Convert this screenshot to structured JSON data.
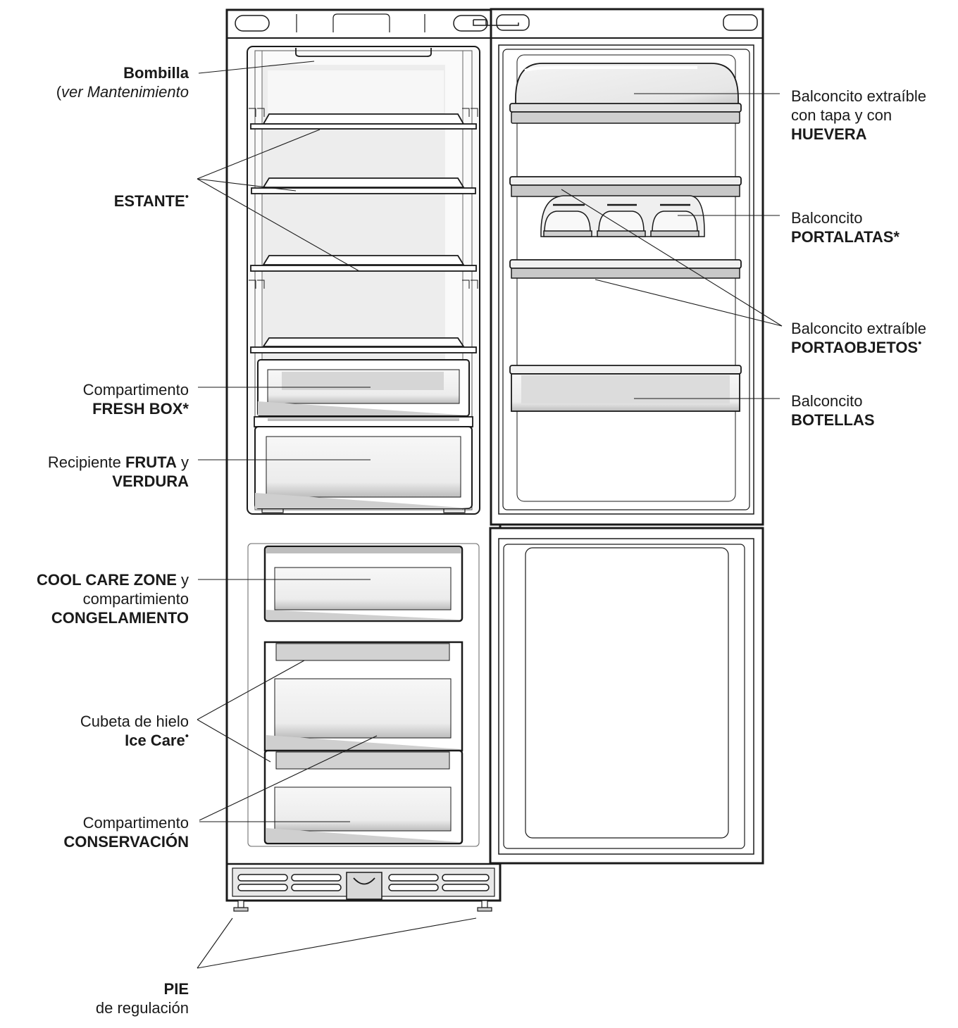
{
  "labels": {
    "bombilla": {
      "l1_bold": "Bombilla",
      "l2_open": "(",
      "l2_ital": "ver Mantenimiento"
    },
    "estante": {
      "bold": "ESTANTE",
      "mark": "•"
    },
    "fresh_box": {
      "l1": "Compartimento",
      "l2_bold": "FRESH BOX*"
    },
    "fruta": {
      "pre": "Recipiente ",
      "bold": "FRUTA",
      "post": " y",
      "l2_bold": "VERDURA"
    },
    "cool_care": {
      "bold": "COOL CARE ZONE",
      "post": " y",
      "l2": "compartimiento",
      "l3_bold": "CONGELAMIENTO"
    },
    "ice_care": {
      "l1": "Cubeta de hielo",
      "l2_bold": "Ice Care",
      "mark": "•"
    },
    "conservacion": {
      "l1": "Compartimento",
      "l2_bold": "CONSERVACIÓN"
    },
    "pie": {
      "l1_bold": "PIE",
      "l2": "de regulación"
    },
    "huevera": {
      "l1": "Balconcito extraíble",
      "l2": "con tapa y con",
      "l3_bold": "HUEVERA"
    },
    "portalatas": {
      "l1": "Balconcito",
      "l2_bold": "PORTALATAS*"
    },
    "portaobjetos": {
      "l1": "Balconcito extraíble",
      "l2_bold": "PORTAOBJETOS",
      "mark": "•"
    },
    "botellas": {
      "l1": "Balconcito",
      "l2_bold": "BOTELLAS"
    }
  }
}
